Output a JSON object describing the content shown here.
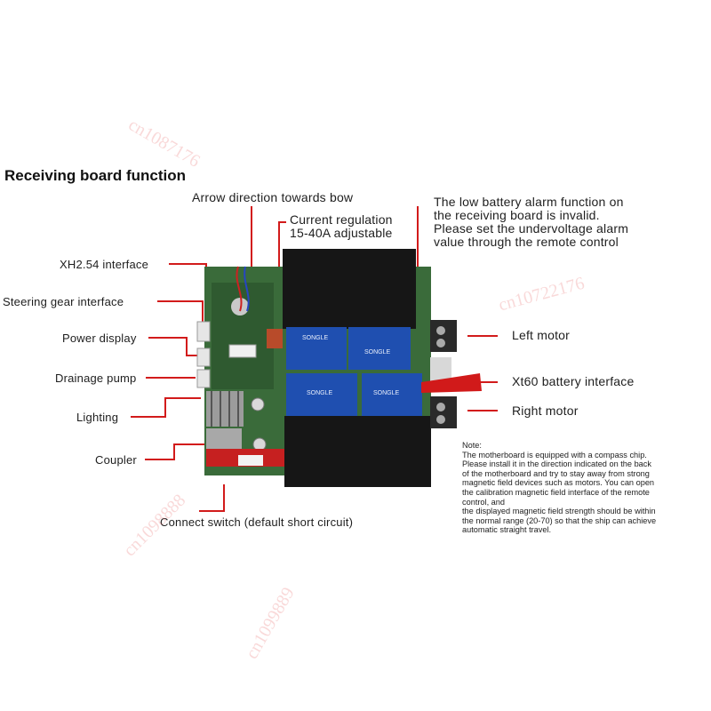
{
  "title": "Receiving board function",
  "labels": {
    "arrow_direction": "Arrow direction towards bow",
    "current_regulation_line1": "Current regulation",
    "current_regulation_line2": "15-40A adjustable",
    "low_battery_line1": "The low battery alarm function on",
    "low_battery_line2": "the receiving board is invalid.",
    "low_battery_line3": "Please set the undervoltage alarm",
    "low_battery_line4": "value through the remote control",
    "xh254": "XH2.54 interface",
    "steering_gear": "Steering gear interface",
    "power_display": "Power display",
    "drainage_pump": "Drainage pump",
    "lighting": "Lighting",
    "coupler": "Coupler",
    "connect_switch": "Connect switch (default short circuit)",
    "left_motor": "Left motor",
    "xt60": "Xt60 battery interface",
    "right_motor": "Right motor"
  },
  "note": {
    "heading": "Note:",
    "lines": [
      "The motherboard is equipped with a compass chip.",
      "Please install it in the direction indicated on the back",
      "of the motherboard and try to stay away from strong",
      "magnetic field devices such as motors. You can open",
      "the calibration magnetic field interface of the remote",
      "control, and",
      "the displayed magnetic field strength should be within",
      "the normal range (20-70) so that the ship can achieve",
      "automatic straight travel."
    ]
  },
  "relay_marks": [
    "SONGLE",
    "SONGLE",
    "SONGLE",
    "SONGLE"
  ],
  "watermarks": [
    "cn1087176",
    "cn1099889",
    "cn10722176",
    "cn1098888"
  ],
  "colors": {
    "pcb": "#3a6b3a",
    "relay": "#1f4fb0",
    "block": "#161616",
    "pointer": "#d21b1b"
  }
}
